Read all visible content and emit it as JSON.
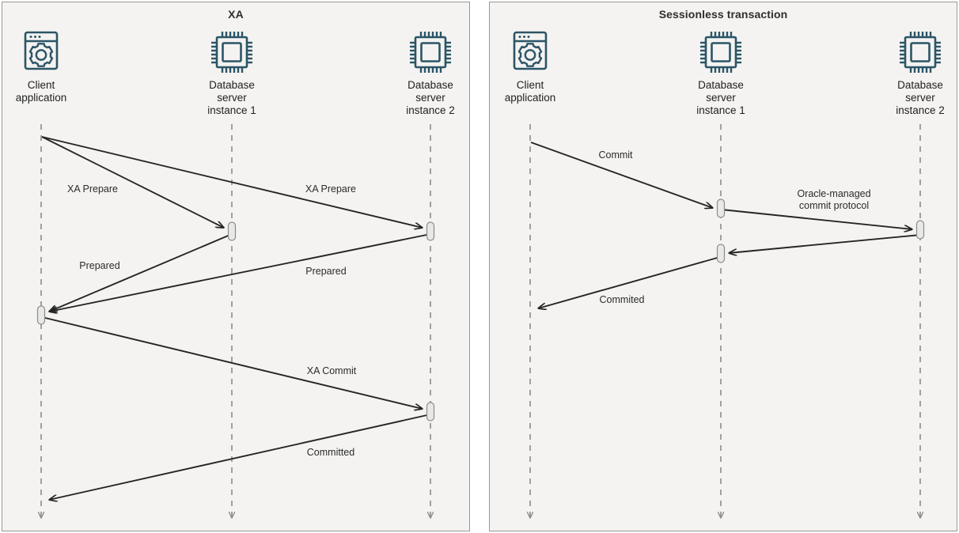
{
  "figure": {
    "background": "#ffffff",
    "panel_background": "#f4f3f1",
    "panel_border": "#9a9792",
    "icon_color": "#2b5566",
    "arrow_color": "#262626",
    "lifeline_color": "#8c8c8c",
    "activation_fill": "#e8e8e6",
    "activation_border": "#8c8c8c"
  },
  "panels": [
    {
      "id": "xa",
      "title": "XA",
      "actors": [
        {
          "id": "client",
          "icon": "client-application-icon",
          "label": "Client\napplication"
        },
        {
          "id": "db1",
          "icon": "database-server-chip-icon",
          "label": "Database\nserver\ninstance 1"
        },
        {
          "id": "db2",
          "icon": "database-server-chip-icon",
          "label": "Database\nserver\ninstance 2"
        }
      ],
      "messages": [
        {
          "id": "xa-prepare-1",
          "label": "XA Prepare",
          "from": "client",
          "to": "db1"
        },
        {
          "id": "xa-prepare-2",
          "label": "XA Prepare",
          "from": "client",
          "to": "db2"
        },
        {
          "id": "prepared-1",
          "label": "Prepared",
          "from": "db1",
          "to": "client"
        },
        {
          "id": "prepared-2",
          "label": "Prepared",
          "from": "db2",
          "to": "client"
        },
        {
          "id": "xa-commit",
          "label": "XA Commit",
          "from": "client",
          "to": "db2"
        },
        {
          "id": "committed",
          "label": "Committed",
          "from": "db2",
          "to": "client"
        }
      ]
    },
    {
      "id": "sessionless",
      "title": "Sessionless transaction",
      "actors": [
        {
          "id": "client",
          "icon": "client-application-icon",
          "label": "Client\napplication"
        },
        {
          "id": "db1",
          "icon": "database-server-chip-icon",
          "label": "Database\nserver\ninstance 1"
        },
        {
          "id": "db2",
          "icon": "database-server-chip-icon",
          "label": "Database\nserver\ninstance 2"
        }
      ],
      "messages": [
        {
          "id": "commit",
          "label": "Commit",
          "from": "client",
          "to": "db1"
        },
        {
          "id": "oracle-managed",
          "label": "Oracle-managed\ncommit protocol",
          "from": "db1",
          "to": "db2"
        },
        {
          "id": "ack",
          "label": "",
          "from": "db2",
          "to": "db1"
        },
        {
          "id": "commited",
          "label": "Commited",
          "from": "db1",
          "to": "client"
        }
      ]
    }
  ]
}
